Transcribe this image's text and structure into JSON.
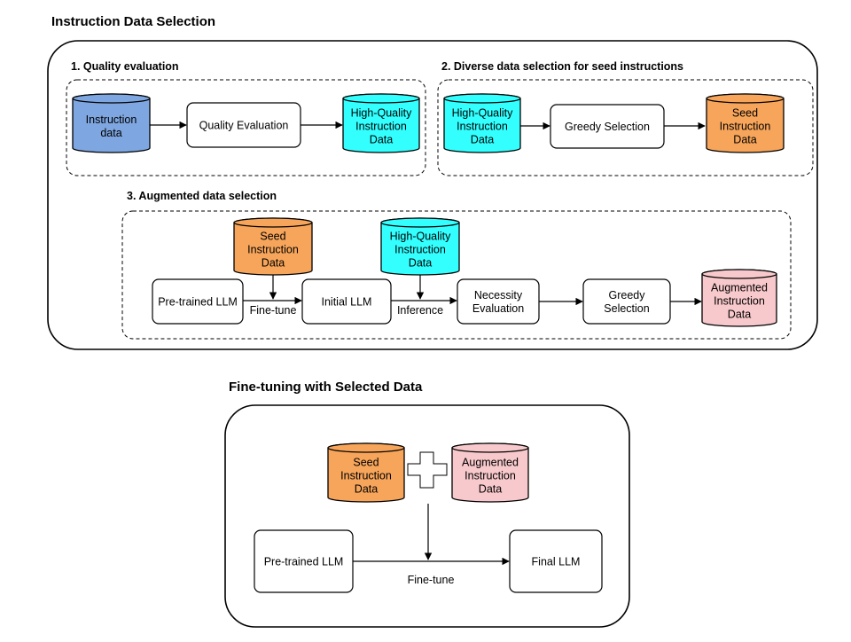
{
  "titles": {
    "selection": "Instruction Data Selection",
    "finetuning": "Fine-tuning with Selected Data"
  },
  "sections": {
    "quality": "1. Quality evaluation",
    "diverse": "2. Diverse data selection for seed instructions",
    "augmented": "3. Augmented data selection"
  },
  "colors": {
    "blue": "#7ea6e0",
    "cyan": "#33ffff",
    "orange": "#f7a55a",
    "pink": "#f8c9cc",
    "stroke": "#000000"
  },
  "nodes": {
    "instruction_data": [
      "Instruction",
      "data"
    ],
    "quality_evaluation": [
      "Quality Evaluation"
    ],
    "hq_data_1": [
      "High-Quality",
      "Instruction",
      "Data"
    ],
    "hq_data_2": [
      "High-Quality",
      "Instruction",
      "Data"
    ],
    "greedy_selection_1": [
      "Greedy Selection"
    ],
    "seed_data_1": [
      "Seed",
      "Instruction",
      "Data"
    ],
    "seed_data_2": [
      "Seed",
      "Instruction",
      "Data"
    ],
    "pretrained_llm_1": [
      "Pre-trained LLM"
    ],
    "initial_llm": [
      "Initial LLM"
    ],
    "hq_data_3": [
      "High-Quality",
      "Instruction",
      "Data"
    ],
    "necessity_evaluation": [
      "Necessity",
      "Evaluation"
    ],
    "greedy_selection_2": [
      "Greedy",
      "Selection"
    ],
    "augmented_data_1": [
      "Augmented",
      "Instruction",
      "Data"
    ],
    "seed_data_3": [
      "Seed",
      "Instruction",
      "Data"
    ],
    "augmented_data_2": [
      "Augmented",
      "Instruction",
      "Data"
    ],
    "pretrained_llm_2": [
      "Pre-trained LLM"
    ],
    "final_llm": [
      "Final LLM"
    ]
  },
  "edge_labels": {
    "finetune_1": "Fine-tune",
    "inference": "Inference",
    "finetune_2": "Fine-tune"
  }
}
